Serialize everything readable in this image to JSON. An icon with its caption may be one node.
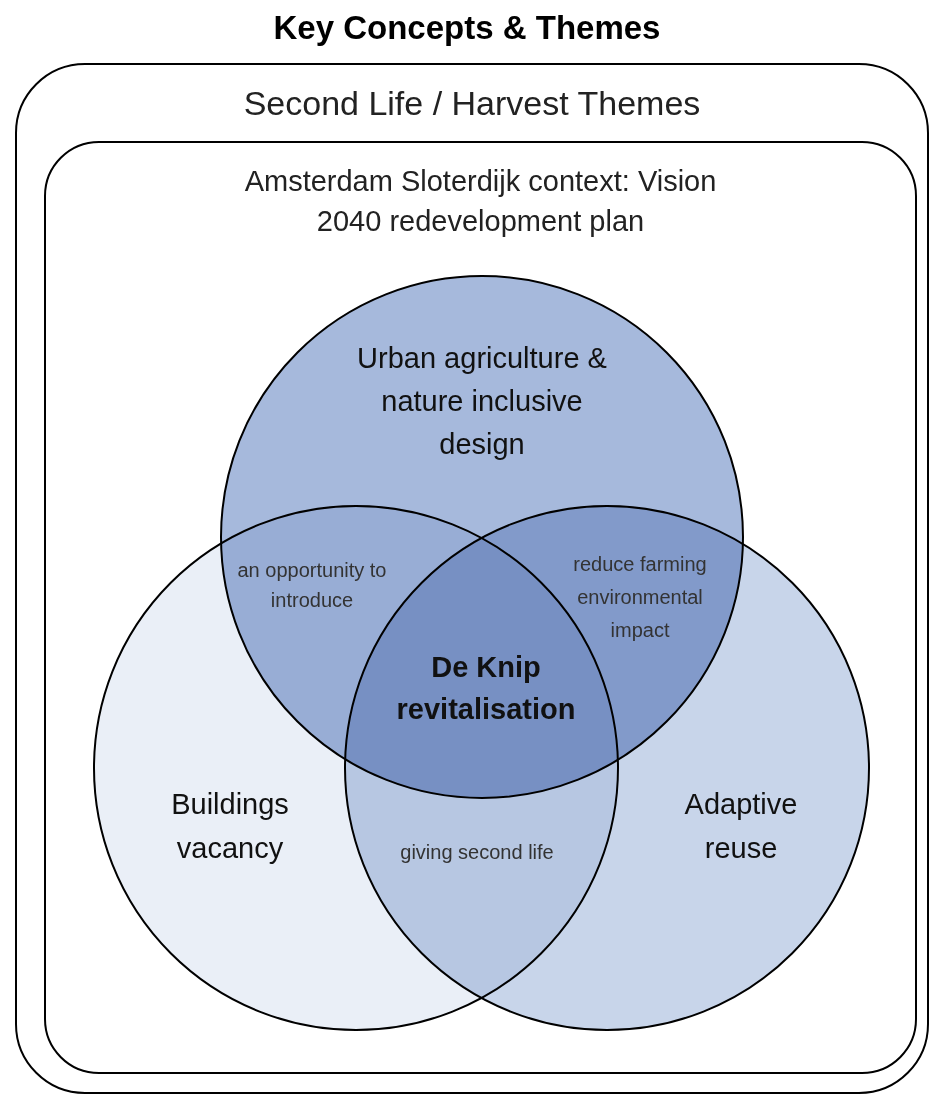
{
  "diagram": {
    "title": "Key Concepts & Themes",
    "nodes": [
      {
        "text": [
          "Second Life / Harvest Themes"
        ]
      },
      {
        "text": [
          "Amsterdam Sloterdijk context: Vision 2040 redevelopment plan"
        ],
        "in": 0
      },
      {
        "text": [
          "Urban agriculture & nature inclusive design"
        ],
        "in": 1
      },
      {
        "text": [
          "Buildings vacancy"
        ],
        "in": 1
      },
      {
        "text": [
          "Adaptive reuse"
        ],
        "in": 1
      }
    ],
    "labels": [
      "an opportunity to introduce",
      "reduce farming environmental impact",
      "De Knip revitalisation",
      "giving second life"
    ]
  }
}
